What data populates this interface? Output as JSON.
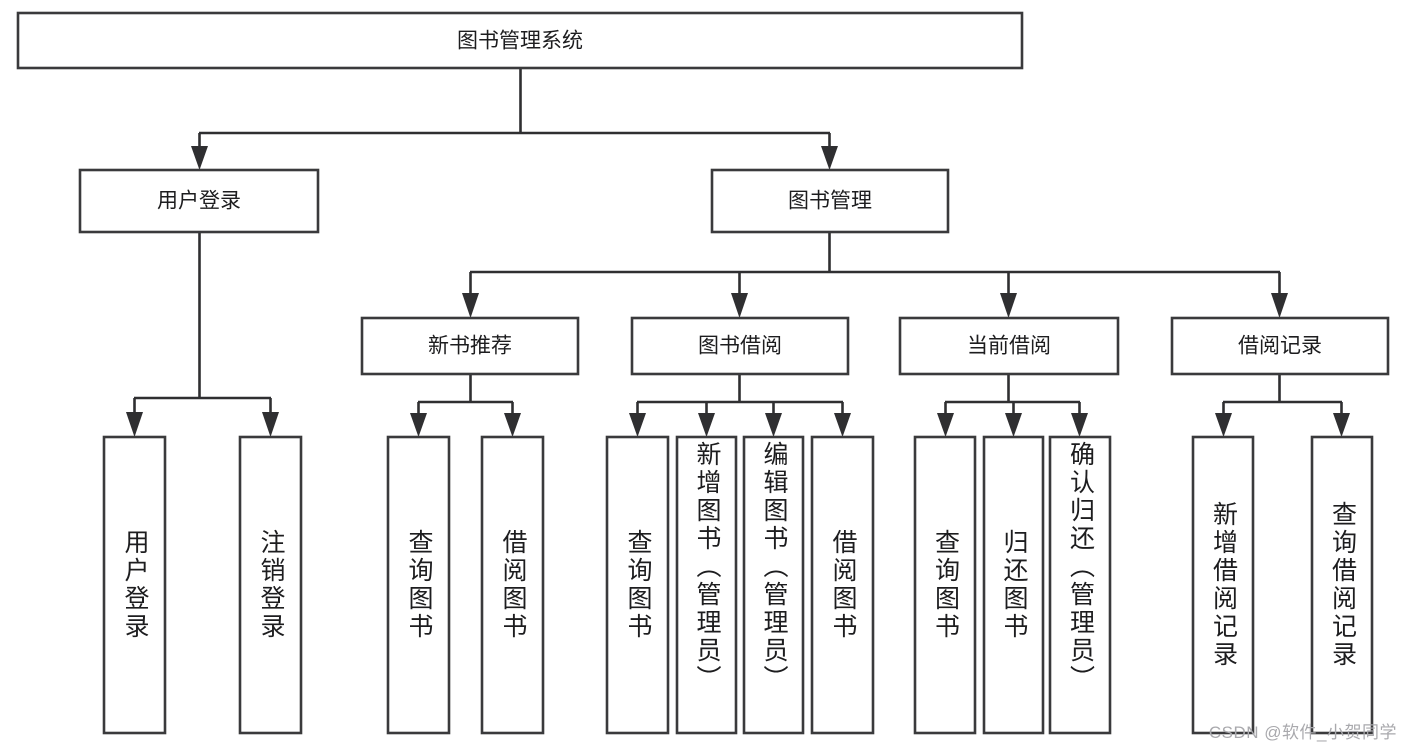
{
  "diagram": {
    "type": "tree",
    "title": "图书管理系统",
    "watermark": "CSDN @软件_小贺同学",
    "colors": {
      "box_stroke": "#3a3a3c",
      "box_fill": "#ffffff",
      "connector": "#2f2f31",
      "text": "#1d1d1f",
      "watermark": "#a9a9ad",
      "background": "#ffffff"
    },
    "root": {
      "label": "图书管理系统"
    },
    "level2": [
      {
        "label": "用户登录"
      },
      {
        "label": "图书管理"
      }
    ],
    "level3": [
      {
        "label": "新书推荐"
      },
      {
        "label": "图书借阅"
      },
      {
        "label": "当前借阅"
      },
      {
        "label": "借阅记录"
      }
    ],
    "leaves": {
      "user_login": [
        {
          "label": "用户登录"
        },
        {
          "label": "注销登录"
        }
      ],
      "new_book_recommend": [
        {
          "label": "查询图书"
        },
        {
          "label": "借阅图书"
        }
      ],
      "book_borrow": [
        {
          "label": "查询图书"
        },
        {
          "label": "新增图书（管理员）"
        },
        {
          "label": "编辑图书（管理员）"
        },
        {
          "label": "借阅图书"
        }
      ],
      "current_borrow": [
        {
          "label": "查询图书"
        },
        {
          "label": "归还图书"
        },
        {
          "label": "确认归还（管理员）"
        }
      ],
      "borrow_record": [
        {
          "label": "新增借阅记录"
        },
        {
          "label": "查询借阅记录"
        }
      ]
    }
  }
}
